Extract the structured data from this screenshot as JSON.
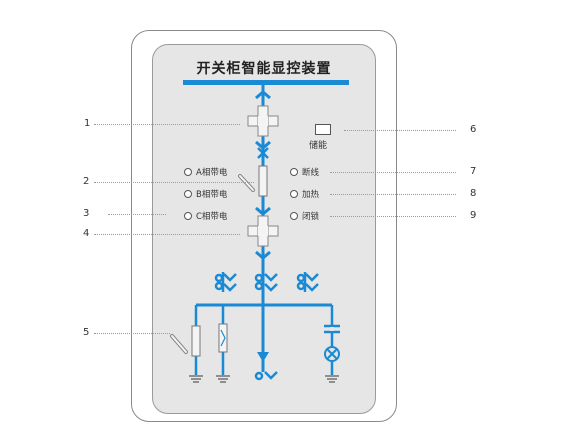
{
  "panel": {
    "title": "开关柜智能显控装置"
  },
  "indicators_left": [
    {
      "label": "A相带电"
    },
    {
      "label": "B相带电"
    },
    {
      "label": "C相带电"
    }
  ],
  "indicators_right": [
    {
      "label": "断线"
    },
    {
      "label": "加热"
    },
    {
      "label": "闭锁"
    }
  ],
  "storage": {
    "label": "储能"
  },
  "callouts": {
    "n1": "1",
    "n2": "2",
    "n3": "3",
    "n4": "4",
    "n5": "5",
    "n6": "6",
    "n7": "7",
    "n8": "8",
    "n9": "9"
  },
  "colors": {
    "bus_blue": "#1a8ad4",
    "panel_gray": "#e6e6e6",
    "frame_gray": "#8a8a8a"
  }
}
